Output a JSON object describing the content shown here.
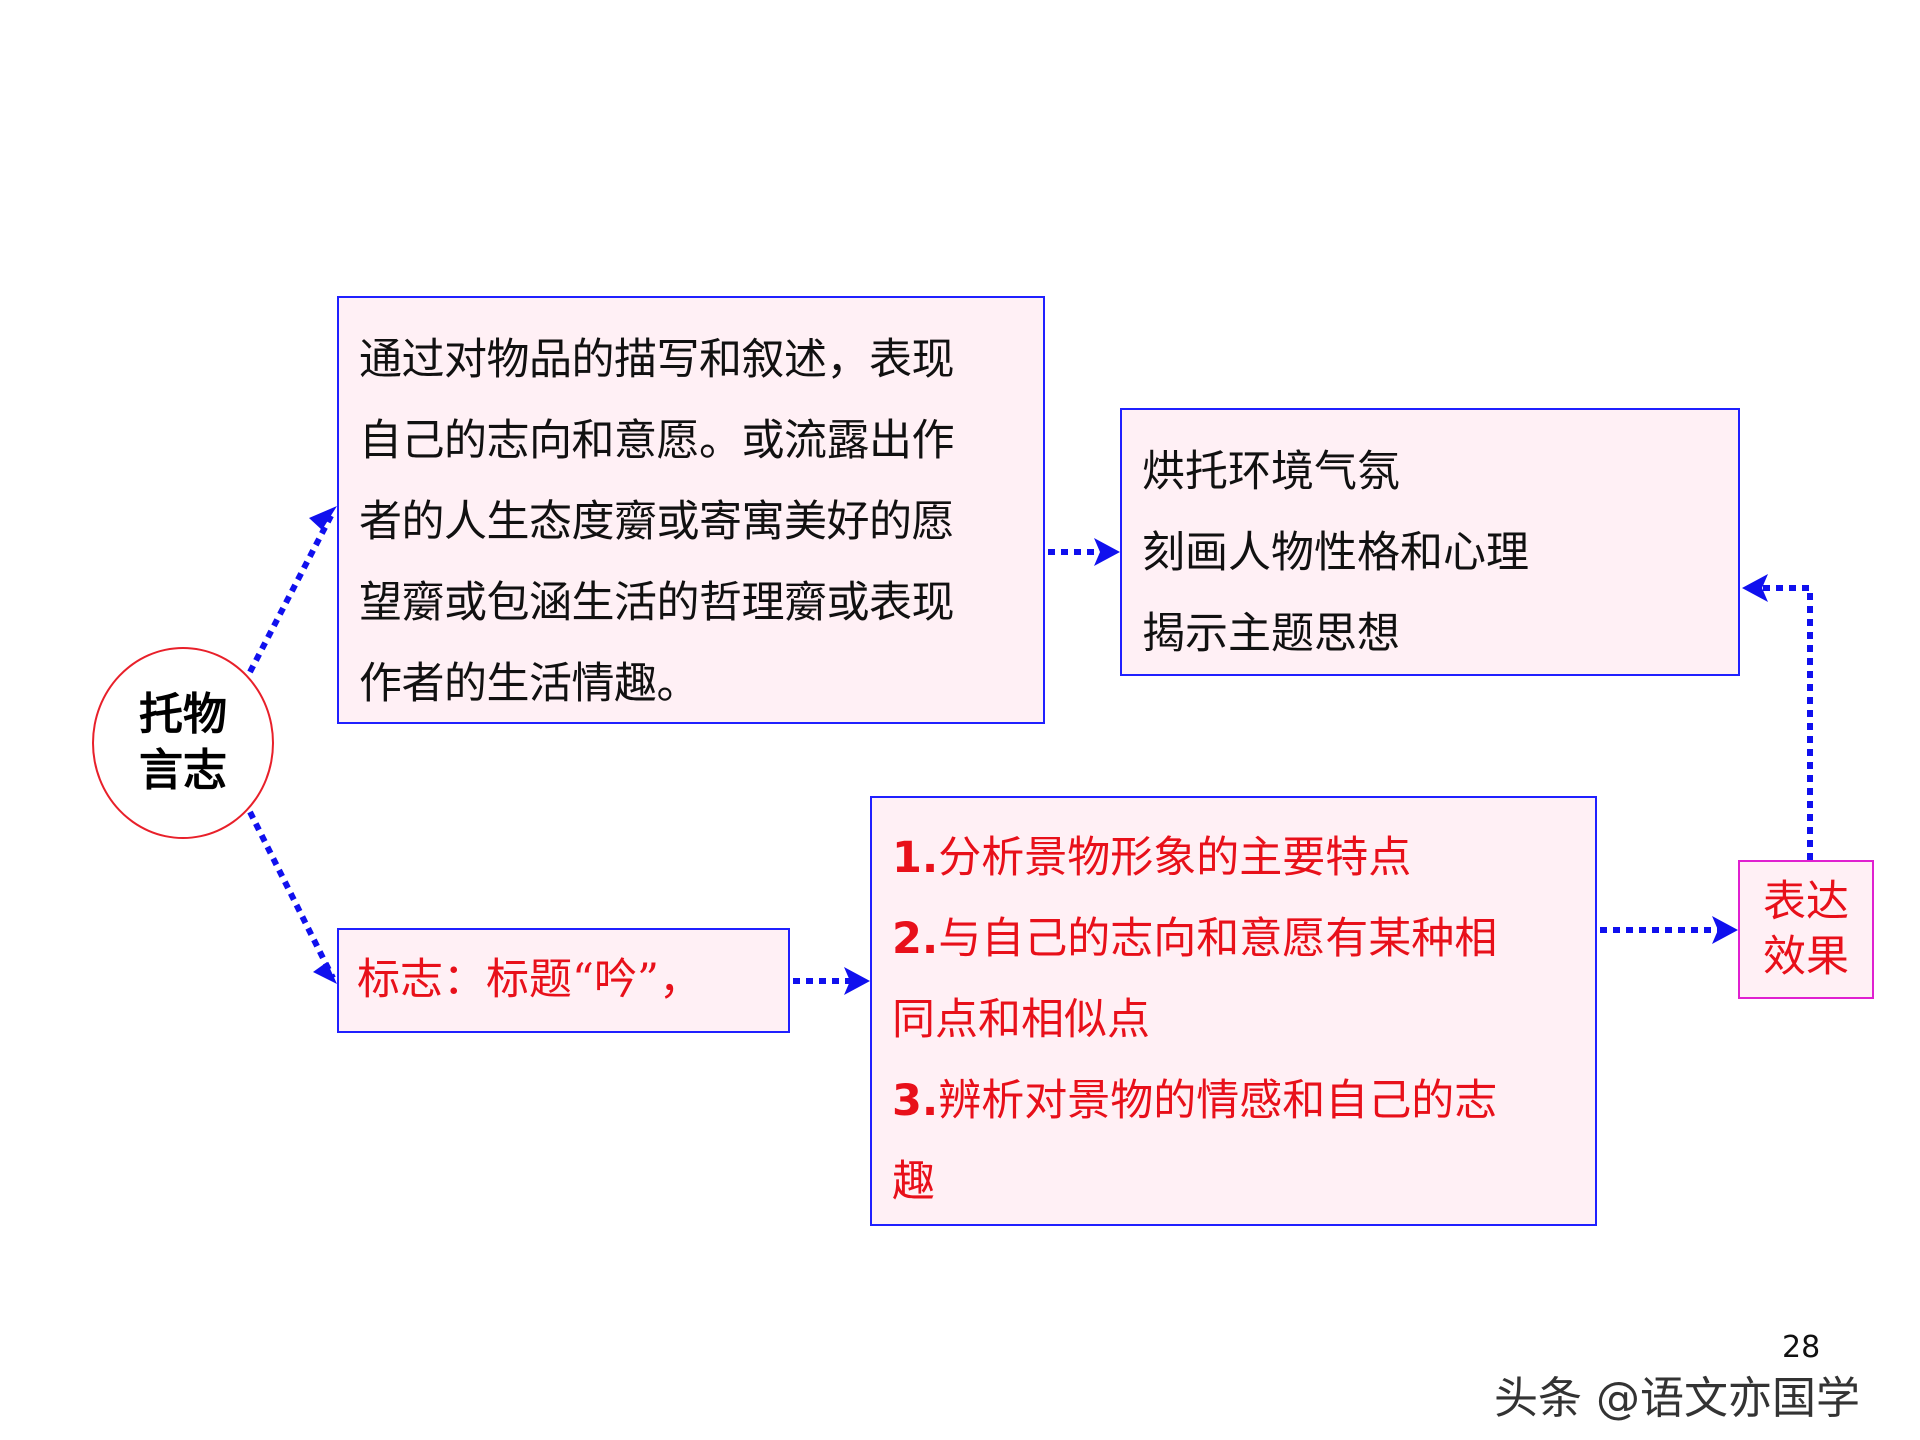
{
  "center": {
    "line1": "托物",
    "line2": "言志"
  },
  "description": {
    "lines": [
      "通过对物品的描写和叙述，表现",
      "自己的志向和意愿。或流露出作",
      "者的人生态度䶒或寄寓美好的愿",
      "望䶒或包涵生活的哲理䶒或表现",
      "作者的生活情趣。"
    ]
  },
  "effects": {
    "lines": [
      "烘托环境气氛",
      "刻画人物性格和心理",
      "揭示主题思想"
    ]
  },
  "sign": {
    "text": "标志：标题“吟”，"
  },
  "method": {
    "items": [
      {
        "num": "1.",
        "lines": [
          "分析景物形象的主要特点"
        ]
      },
      {
        "num": "2.",
        "lines": [
          "与自己的志向和意愿有某种相",
          "同点和相似点"
        ]
      },
      {
        "num": "3.",
        "lines": [
          "辨析对景物的情感和自己的志",
          "趣"
        ]
      }
    ]
  },
  "express": {
    "line1": "表达",
    "line2": "效果"
  },
  "page_number": "28",
  "watermark": "头条 @语文亦国学",
  "colors": {
    "arrow": "#1010ee",
    "box_border": "#2020ff",
    "box_fill": "#fff0f5",
    "red_text": "#e8101a",
    "circle_border": "#e8202a"
  }
}
